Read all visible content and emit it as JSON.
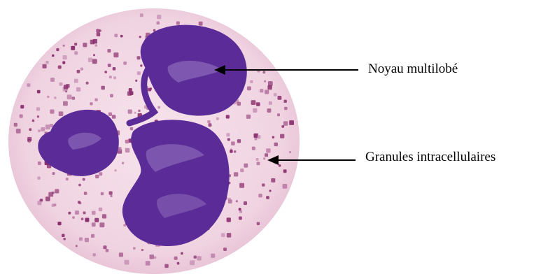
{
  "labels": {
    "nucleus": "Noyau multilobé",
    "granules": "Granules intracellulaires"
  },
  "colors": {
    "cytoplasm": "#f3dbe6",
    "cytoplasm_edge": "#e9c6d8",
    "granule": "#8a2f6e",
    "granule_light": "#b97aa6",
    "nucleus": "#5b2c98",
    "nucleus_light": "#8a67b8",
    "arrow": "#000000"
  },
  "icons": {
    "cell": "eosinophil-cell-illustration"
  }
}
